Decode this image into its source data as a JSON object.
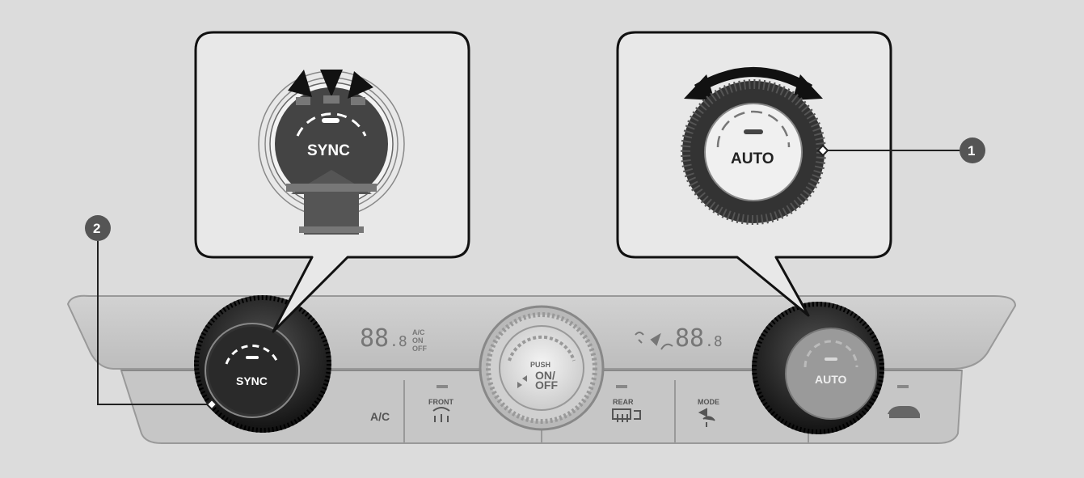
{
  "callouts": [
    {
      "number": "1",
      "target": "AUTO knob"
    },
    {
      "number": "2",
      "target": "SYNC knob"
    }
  ],
  "zoom_left": {
    "knob_label": "SYNC"
  },
  "zoom_right": {
    "knob_label": "AUTO"
  },
  "panel": {
    "left_knob_label": "SYNC",
    "right_knob_label": "AUTO",
    "left_display": {
      "temp": "88",
      "temp_decimal": ".8",
      "ac": "A/C",
      "on": "ON",
      "off": "OFF"
    },
    "right_display": {
      "temp": "88",
      "temp_decimal": ".8"
    },
    "center_knob": {
      "push": "PUSH",
      "on": "ON/",
      "off": "OFF"
    },
    "buttons": [
      {
        "label": "A/C",
        "icon": "ac-label"
      },
      {
        "label": "FRONT",
        "icon": "front-defrost-icon"
      },
      {
        "label": "REAR",
        "icon": "rear-defrost-icon"
      },
      {
        "label": "MODE",
        "icon": "mode-airflow-icon"
      },
      {
        "label": "",
        "icon": "recirculation-car-icon"
      }
    ]
  },
  "colors": {
    "background": "#dcdcdc",
    "panel": "#c4c4c4",
    "callout_badge": "#555555",
    "knob_dark": "#2a2a2a"
  }
}
